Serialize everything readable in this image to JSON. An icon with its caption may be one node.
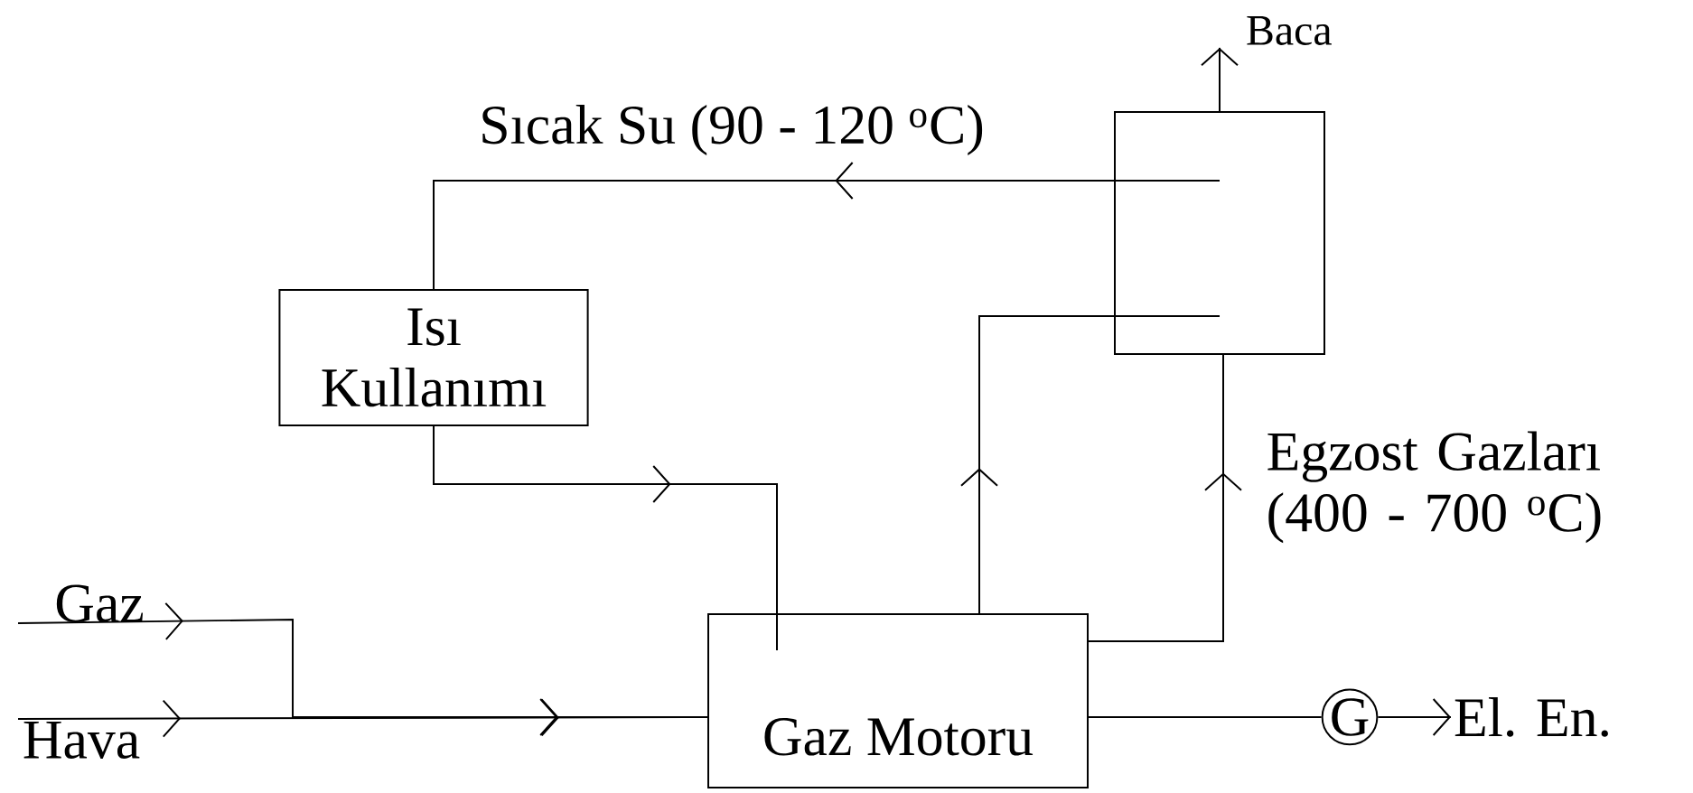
{
  "diagram": {
    "nodes": [
      {
        "text": [
          "Isı Kullanımı"
        ]
      },
      {
        "text": [
          "Gaz Motoru"
        ]
      },
      {
        "text": [],
        "shape": "box"
      },
      {
        "text": [
          "G"
        ]
      },
      {
        "text": [
          "Gaz"
        ]
      },
      {
        "text": [
          "Hava"
        ]
      },
      {
        "text": [
          "Baca"
        ]
      },
      {
        "text": [
          "El. En."
        ]
      }
    ],
    "edges": [
      {
        "from": 2,
        "to": 0,
        "arrow": "to",
        "label": "Sıcak Su (90 - 120 $^{o}$C)"
      },
      {
        "from": 0,
        "to": 1,
        "arrow": "to"
      },
      {
        "from": 1,
        "to": 2,
        "arrow": "to"
      },
      {
        "from": 1,
        "to": 2,
        "arrow": "to",
        "label": "Egzost Gazları (400 - 700 $^{o}$C)"
      },
      {
        "from": 1,
        "to": 3,
        "arrow": "none"
      },
      {
        "from": 3,
        "to": 7,
        "arrow": "to"
      },
      {
        "from": 2,
        "to": 6,
        "arrow": "to"
      },
      {
        "from": 4,
        "to": 1,
        "arrow": "to"
      },
      {
        "from": 5,
        "to": 1,
        "arrow": "to"
      }
    ]
  }
}
